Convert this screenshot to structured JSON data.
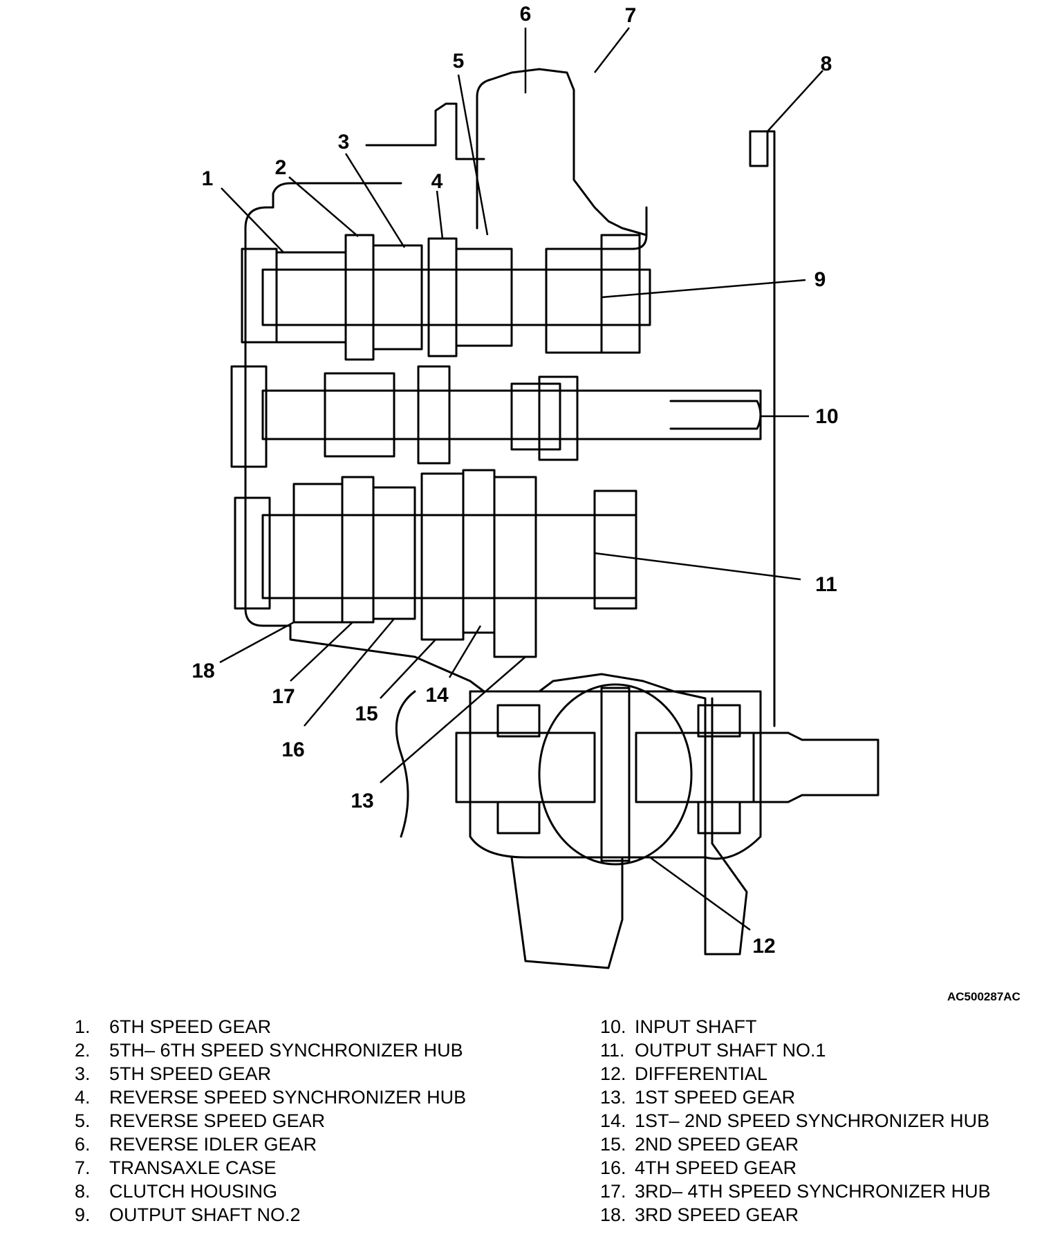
{
  "figure_code": "AC500287AC",
  "callouts": [
    "1",
    "2",
    "3",
    "4",
    "5",
    "6",
    "7",
    "8",
    "9",
    "10",
    "11",
    "12",
    "13",
    "14",
    "15",
    "16",
    "17",
    "18"
  ],
  "legend_left": [
    {
      "num": "1.",
      "text": "6TH SPEED GEAR"
    },
    {
      "num": "2.",
      "text": "5TH– 6TH SPEED SYNCHRONIZER HUB"
    },
    {
      "num": "3.",
      "text": "5TH SPEED GEAR"
    },
    {
      "num": "4.",
      "text": "REVERSE SPEED SYNCHRONIZER HUB"
    },
    {
      "num": "5.",
      "text": "REVERSE SPEED GEAR"
    },
    {
      "num": "6.",
      "text": "REVERSE IDLER GEAR"
    },
    {
      "num": "7.",
      "text": "TRANSAXLE CASE"
    },
    {
      "num": "8.",
      "text": "CLUTCH HOUSING"
    },
    {
      "num": "9.",
      "text": "OUTPUT SHAFT NO.2"
    }
  ],
  "legend_right": [
    {
      "num": "10.",
      "text": "INPUT SHAFT"
    },
    {
      "num": "11.",
      "text": "OUTPUT SHAFT NO.1"
    },
    {
      "num": "12.",
      "text": "DIFFERENTIAL"
    },
    {
      "num": "13.",
      "text": "1ST SPEED GEAR"
    },
    {
      "num": "14.",
      "text": "1ST– 2ND SPEED SYNCHRONIZER HUB"
    },
    {
      "num": "15.",
      "text": "2ND SPEED GEAR"
    },
    {
      "num": "16.",
      "text": "4TH SPEED GEAR"
    },
    {
      "num": "17.",
      "text": "3RD– 4TH SPEED SYNCHRONIZER HUB"
    },
    {
      "num": "18.",
      "text": "3RD SPEED GEAR"
    }
  ]
}
